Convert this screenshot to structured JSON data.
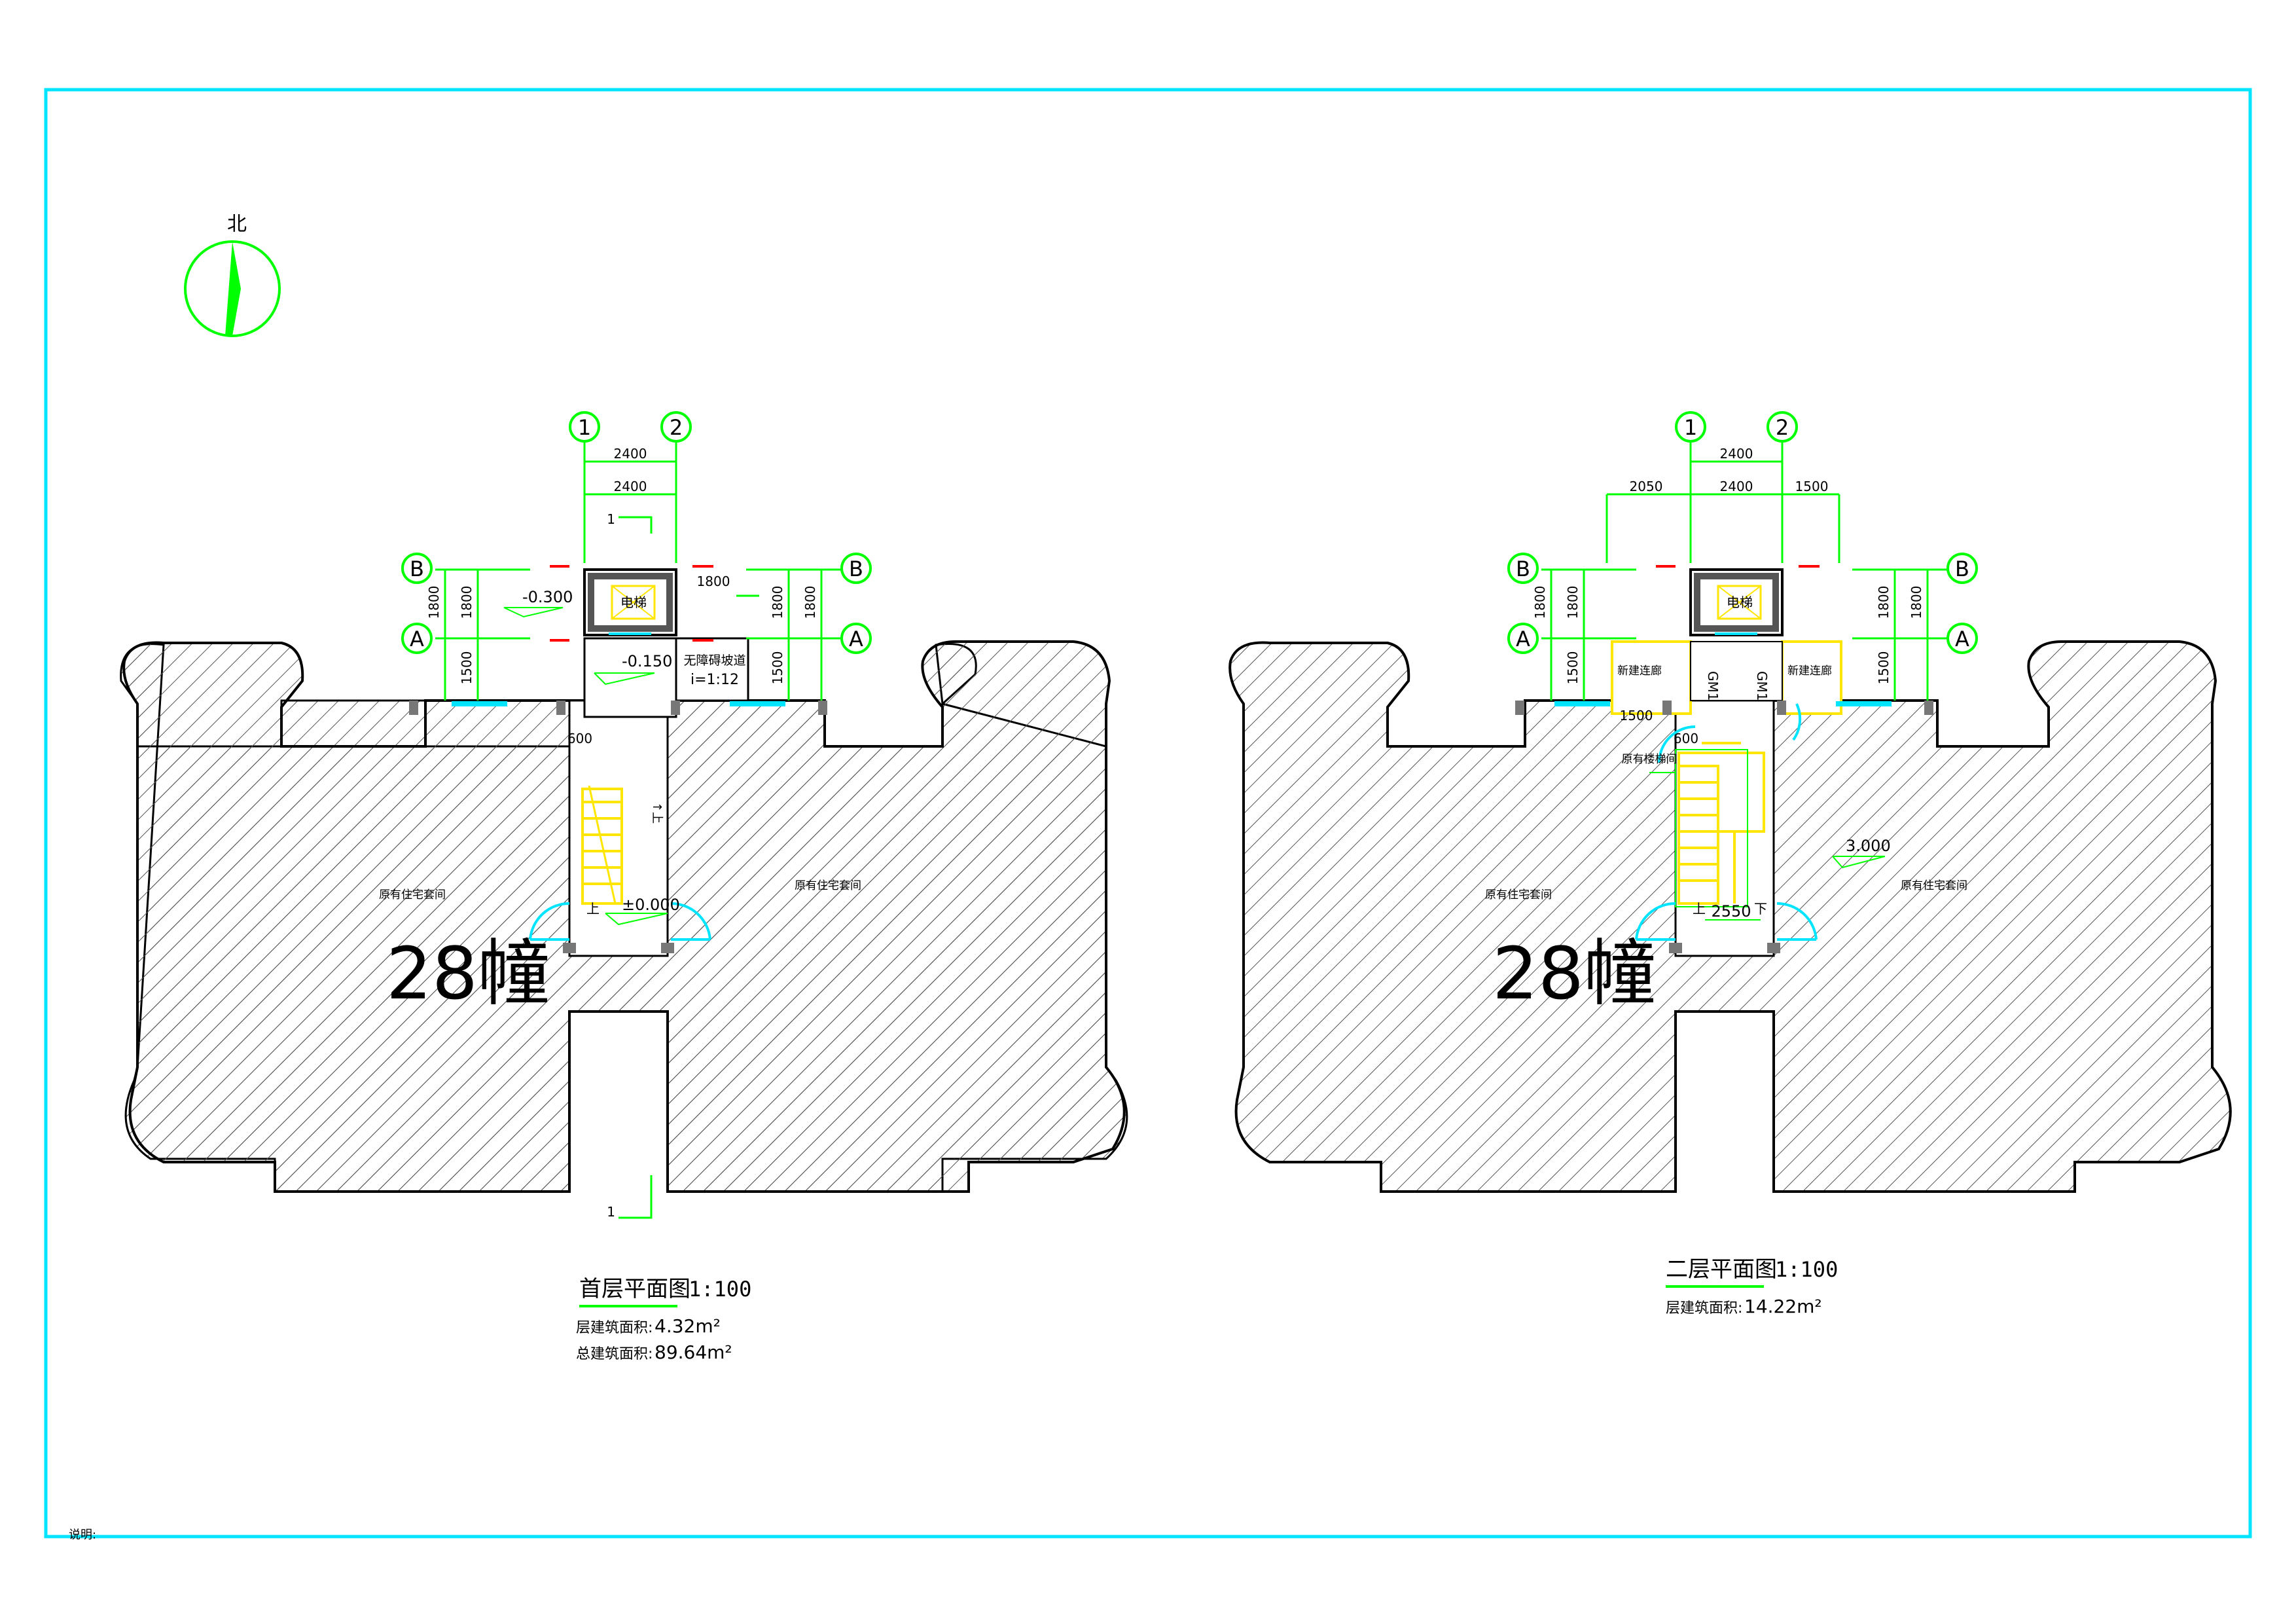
{
  "north_arrow": {
    "label": "北"
  },
  "plans": [
    {
      "id": "ground",
      "title": "首层平面图",
      "scale": "1:100",
      "area_lines": [
        {
          "label": "层建筑面积:",
          "value": "4.32m²"
        },
        {
          "label": "总建筑面积:",
          "value": "89.64m²"
        }
      ],
      "building_no": "28幢",
      "axes_num": [
        "1",
        "2"
      ],
      "axes_letter": [
        "B",
        "A"
      ],
      "dims_top": [
        "2400",
        "2400"
      ],
      "dims_side": [
        "1800",
        "1800",
        "1500"
      ],
      "dim_mid": "1800",
      "dim_stair": "600",
      "section_mark": "1",
      "elev": [
        "-0.300",
        "-0.150",
        "±0.000"
      ],
      "ramp": {
        "label": "无障碍坡道",
        "slope": "i=1:12"
      },
      "elevator": "电梯",
      "rooms": [
        "原有住宅套间",
        "原有住宅套间"
      ],
      "stair_up": "上",
      "stair_note": "↑上"
    },
    {
      "id": "second",
      "title": "二层平面图",
      "scale": "1:100",
      "area_lines": [
        {
          "label": "层建筑面积:",
          "value": "14.22m²"
        }
      ],
      "building_no": "28幢",
      "axes_num": [
        "1",
        "2"
      ],
      "axes_letter": [
        "B",
        "A"
      ],
      "dims_top": [
        "2400",
        "2050",
        "2400",
        "1500"
      ],
      "dims_side": [
        "1800",
        "1800",
        "1500"
      ],
      "dim_walk": "1500",
      "dim_stair": "600",
      "elev": [
        "3.000"
      ],
      "elevator": "电梯",
      "corridor": [
        "新建连廊",
        "新建连廊"
      ],
      "doors": [
        "GM1",
        "GM1"
      ],
      "stair_room": "原有楼梯间",
      "stair_label": "2550",
      "stair_up": "上",
      "stair_down": "下",
      "rooms": [
        "原有住宅套间",
        "原有住宅套间"
      ]
    }
  ],
  "footer_note": "说明:",
  "colors": {
    "frame": "#00e5ff",
    "axis": "#00ff00",
    "wall": "#000000",
    "window": "#00e5ff",
    "stair": "#ffe600",
    "break": "#ff0000"
  }
}
